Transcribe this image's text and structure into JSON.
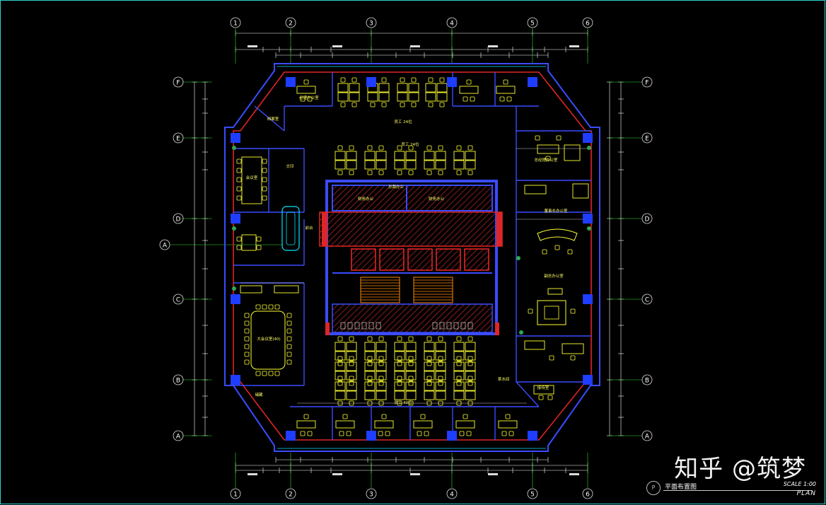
{
  "drawing": {
    "grid_columns": [
      "1",
      "2",
      "3",
      "4",
      "5",
      "6"
    ],
    "grid_rows": [
      "F",
      "E",
      "D",
      "C",
      "B",
      "A"
    ],
    "side_marker": "A"
  },
  "rooms": {
    "open_office_north": "员工 24位",
    "open_office_center": "员工 24位",
    "open_office_south": "员工 40位",
    "manager_office": "经理办公室",
    "core_room_left": "财务办公",
    "core_room_right": "财务办公",
    "core_room_top": "总裁办公",
    "reception": "前台",
    "meeting_room": "会议室",
    "large_meeting_room": "大会议室(40)",
    "chairman_office": "董事长办公室",
    "general_manager_office": "总经理办公室",
    "vice_president_office": "副总办公室",
    "reception_room": "接待室",
    "archive": "档案室",
    "tea_room": "茶水间",
    "print_room": "文印",
    "pantry": "储藏"
  },
  "watermark": "知乎 @筑梦",
  "title_block": {
    "mark": "P",
    "title": "平面布置图",
    "scale": "SCALE 1:00",
    "plan": "PLAN"
  },
  "colors": {
    "background": "#000000",
    "column": "#1f3dff",
    "wall": "#3a4cff",
    "exterior_wall": "#e02525",
    "furniture": "#ffff33",
    "dimension": "#ffffff",
    "grid_line": "#33dd33",
    "hatch": "#c22a2a",
    "accent": "#00e5ff"
  }
}
